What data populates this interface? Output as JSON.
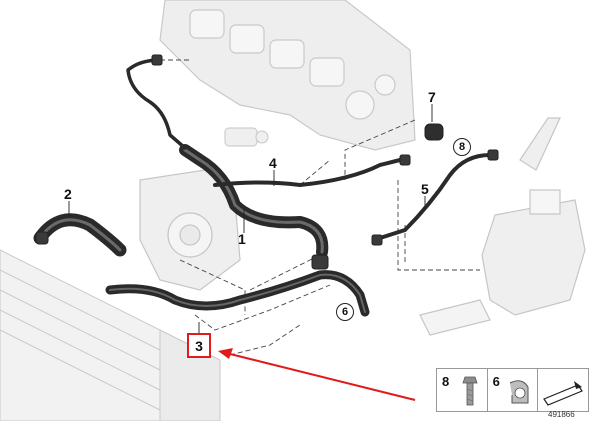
{
  "diagram": {
    "callouts": {
      "c1": "1",
      "c2": "2",
      "c3": "3",
      "c4": "4",
      "c5": "5",
      "c6": "6",
      "c7": "7",
      "c8": "8"
    },
    "legend": {
      "bolt_number": "8",
      "clip_number": "6"
    },
    "diagram_id": "491866",
    "colors": {
      "highlight": "#e01b1b",
      "hose": "#2a2a2a",
      "ghost_parts": "#c9c9c9"
    }
  }
}
